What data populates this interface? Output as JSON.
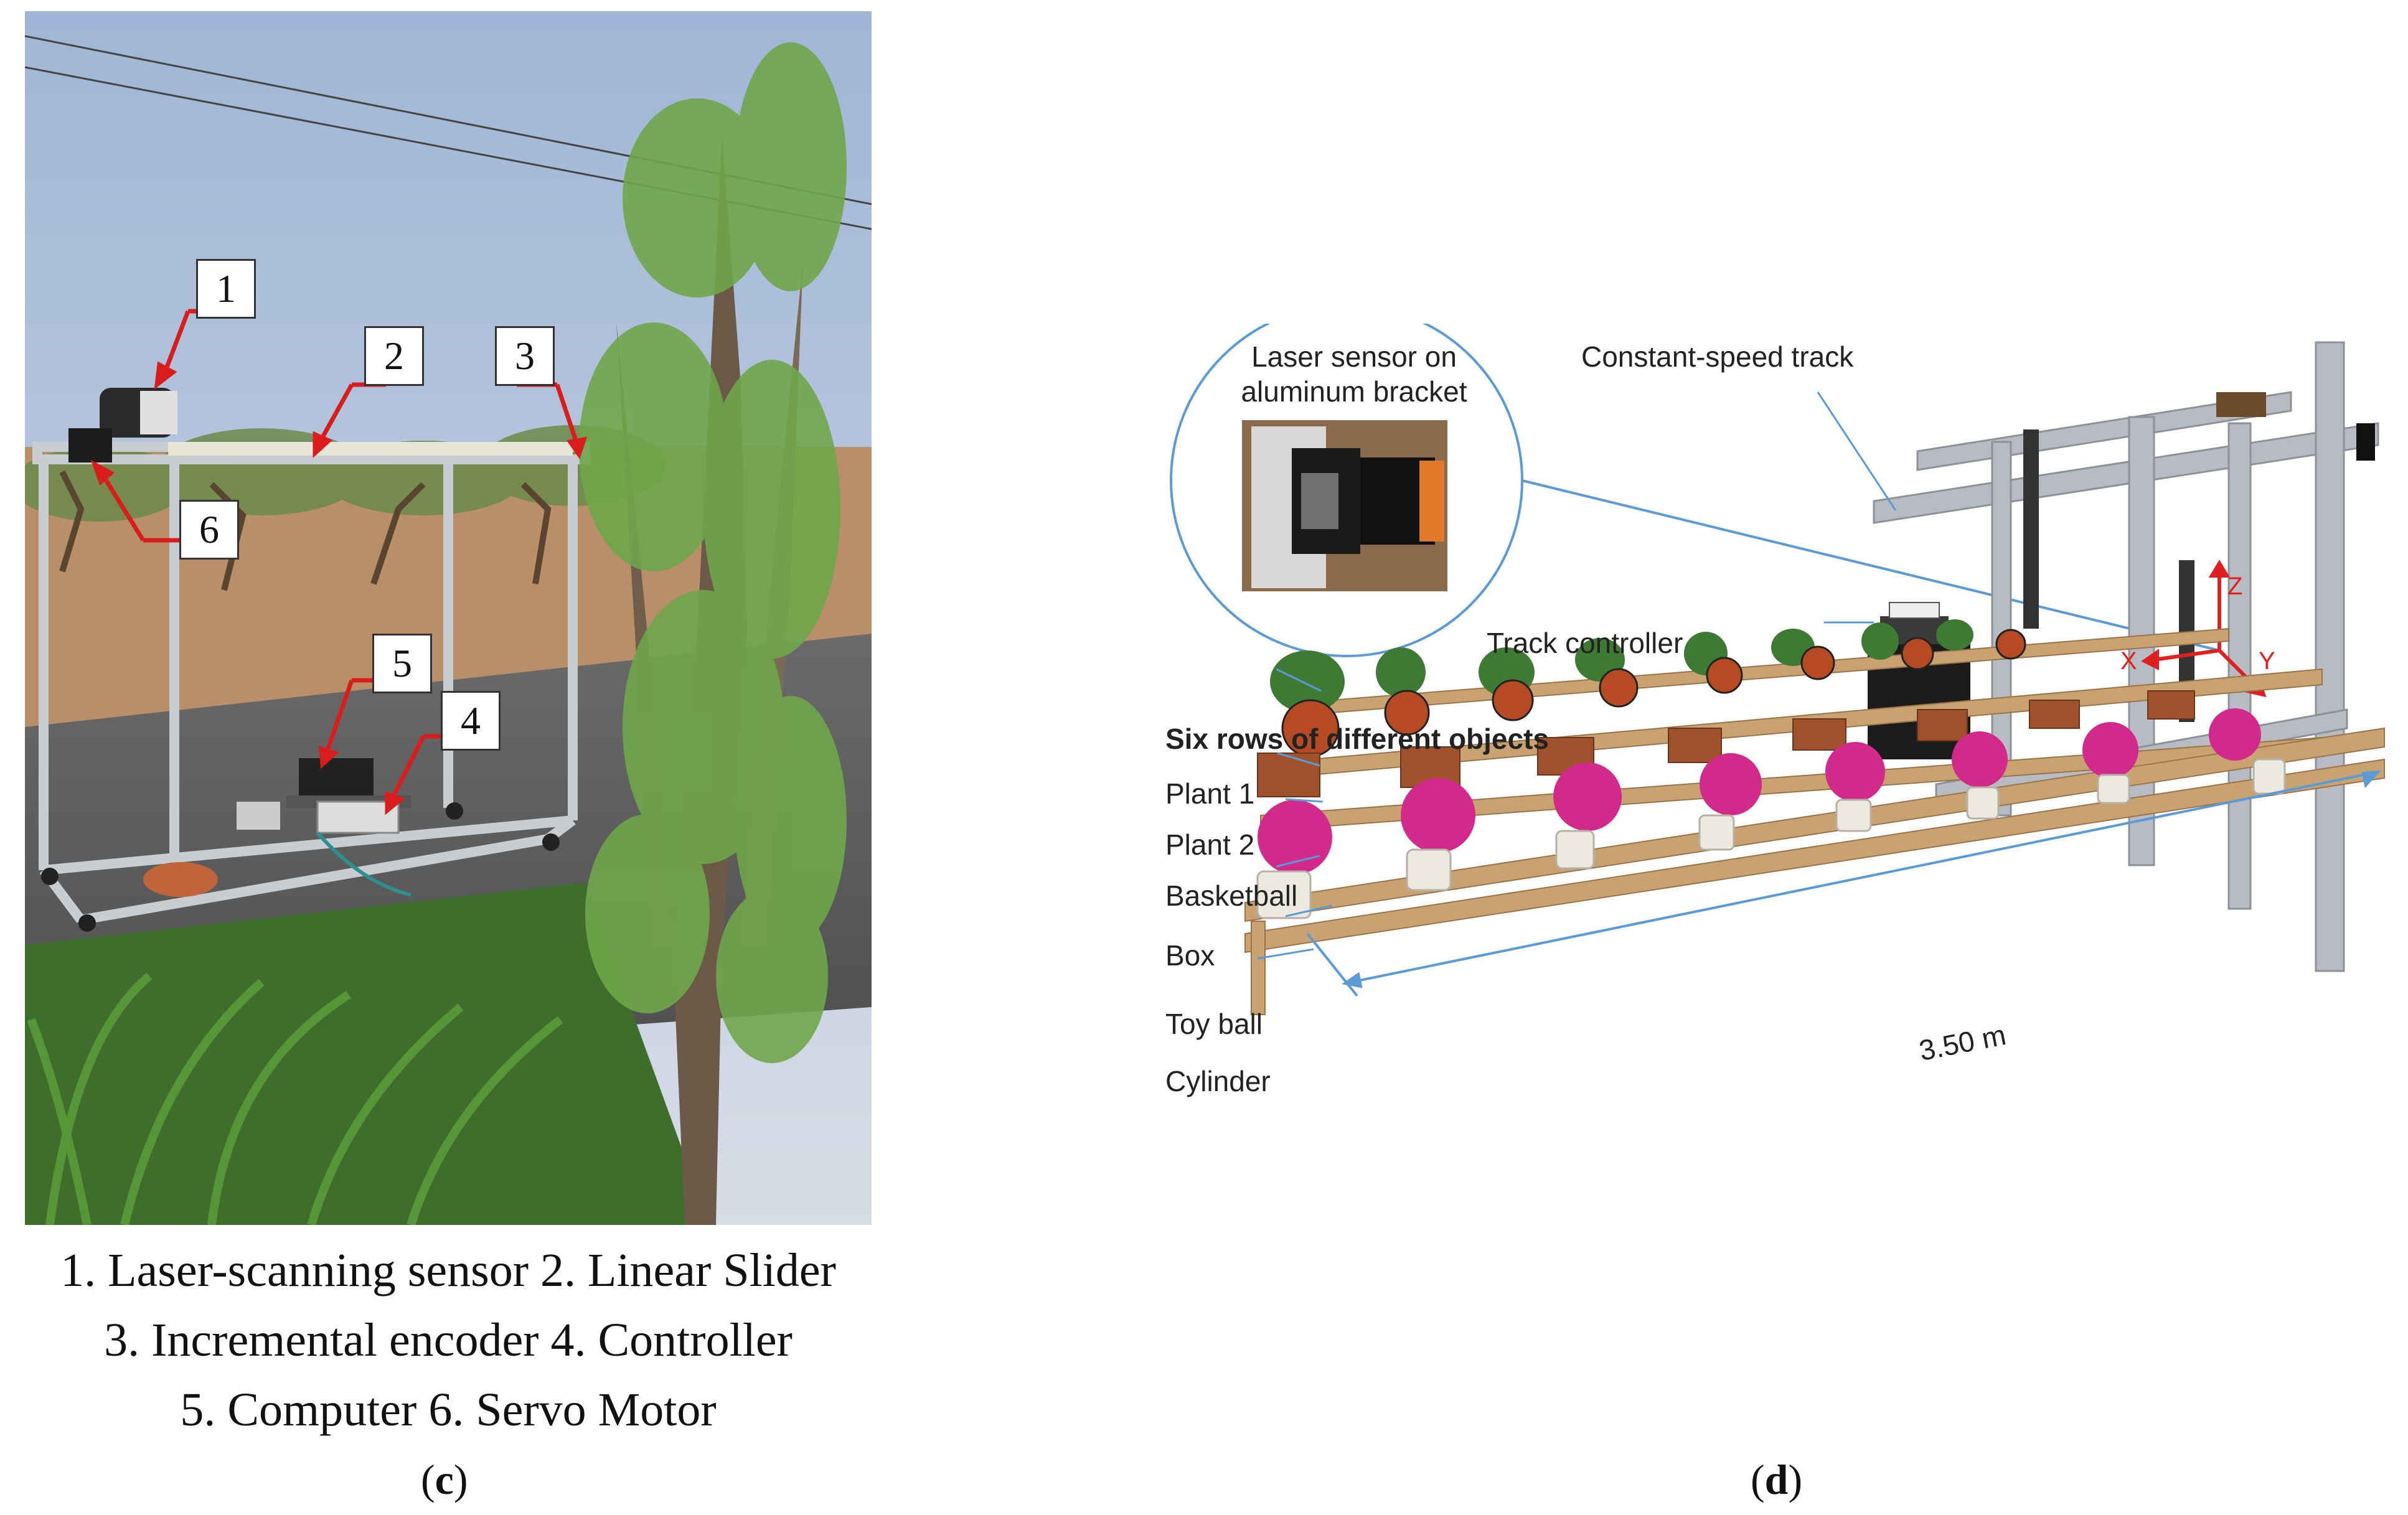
{
  "panel_c": {
    "callouts": [
      "1",
      "2",
      "3",
      "4",
      "5",
      "6"
    ],
    "caption_lines": [
      "1. Laser-scanning sensor 2. Linear Slider",
      "3. Incremental encoder 4. Controller",
      "5. Computer 6. Servo Motor"
    ],
    "label": "c"
  },
  "panel_d": {
    "inset_label_line1": "Laser sensor on",
    "inset_label_line2": "aluminum bracket",
    "track_label": "Constant-speed track",
    "controller_label": "Track controller",
    "rows_title": "Six rows of different objects",
    "rows": [
      "Plant 1",
      "Plant 2",
      "Basketball",
      "Box",
      "Toy ball",
      "Cylinder"
    ],
    "dimension": "3.50 m",
    "axes": {
      "z": "Z",
      "x": "X",
      "y": "Y"
    },
    "label": "d"
  },
  "colors": {
    "callout_arrow": "#d91c1c",
    "leader_line": "#5b9bd5",
    "axis": "#e02020"
  }
}
